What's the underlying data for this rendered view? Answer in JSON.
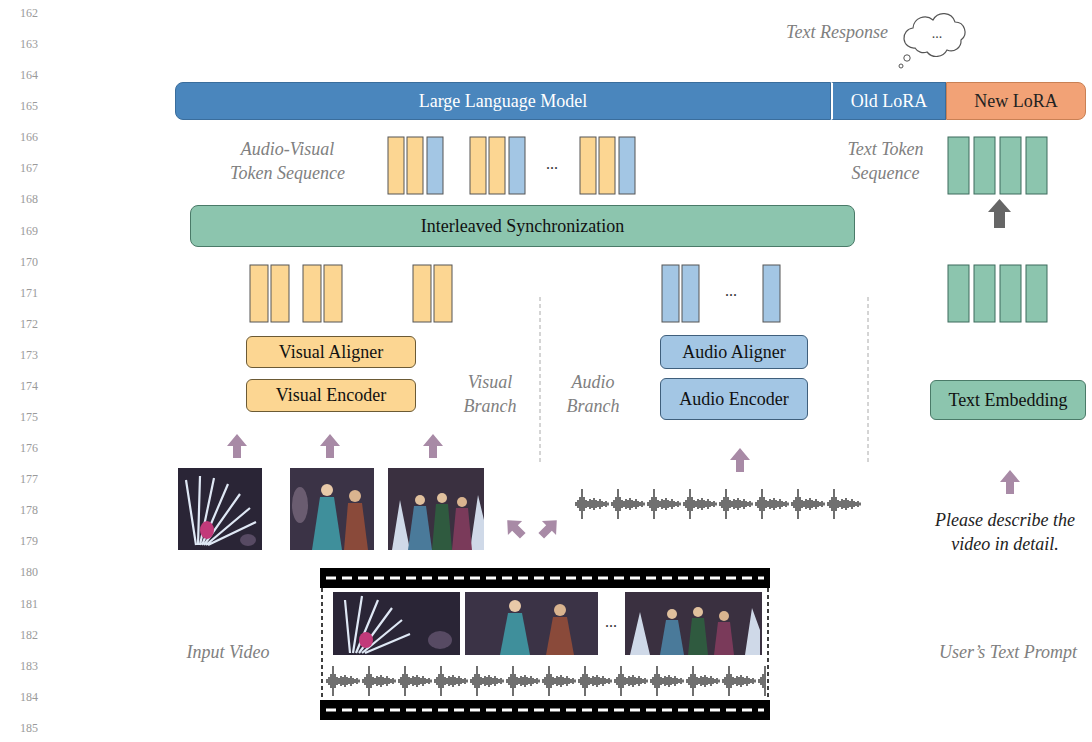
{
  "diagram": {
    "nodes": [
      {
        "text": [
          "Large Language Model"
        ]
      },
      {
        "text": [
          "Old LoRA"
        ]
      },
      {
        "text": [
          "New LoRA"
        ]
      },
      {
        "text": [
          "Interleaved Synchronization"
        ]
      },
      {
        "text": [
          "Visual Aligner"
        ]
      },
      {
        "text": [
          "Visual Encoder"
        ]
      },
      {
        "text": [
          "Audio Aligner"
        ]
      },
      {
        "text": [
          "Audio Encoder"
        ]
      },
      {
        "text": [
          "Text Embedding"
        ]
      }
    ],
    "labels": [
      "162",
      "163",
      "164",
      "165",
      "166",
      "167",
      "168",
      "169",
      "170",
      "171",
      "172",
      "173",
      "174",
      "175",
      "176",
      "177",
      "178",
      "179",
      "180",
      "181",
      "182",
      "183",
      "184",
      "185",
      "Text Response",
      "...",
      "Audio-Visual Token Sequence",
      "...",
      "Text Token Sequence",
      "...",
      "Visual Branch",
      "Audio Branch",
      "Please describe the video in detail.",
      "...",
      "Input Video",
      "User’s Text Prompt"
    ]
  }
}
